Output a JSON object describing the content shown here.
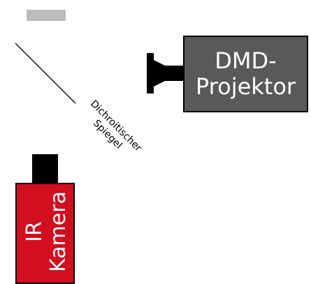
{
  "mirror": {
    "label_line1": "Dichroitischer",
    "label_line2": "Spiegel"
  },
  "projector": {
    "label_line1": "DMD-",
    "label_line2": "Projektor",
    "body_color": "#595959"
  },
  "camera": {
    "label_line1": "IR",
    "label_line2": "Kamera",
    "body_color": "#d20e1f"
  },
  "colors": {
    "gray_bar": "#bdbdbd",
    "outline": "#000000",
    "text_on_dark": "#ffffff"
  }
}
